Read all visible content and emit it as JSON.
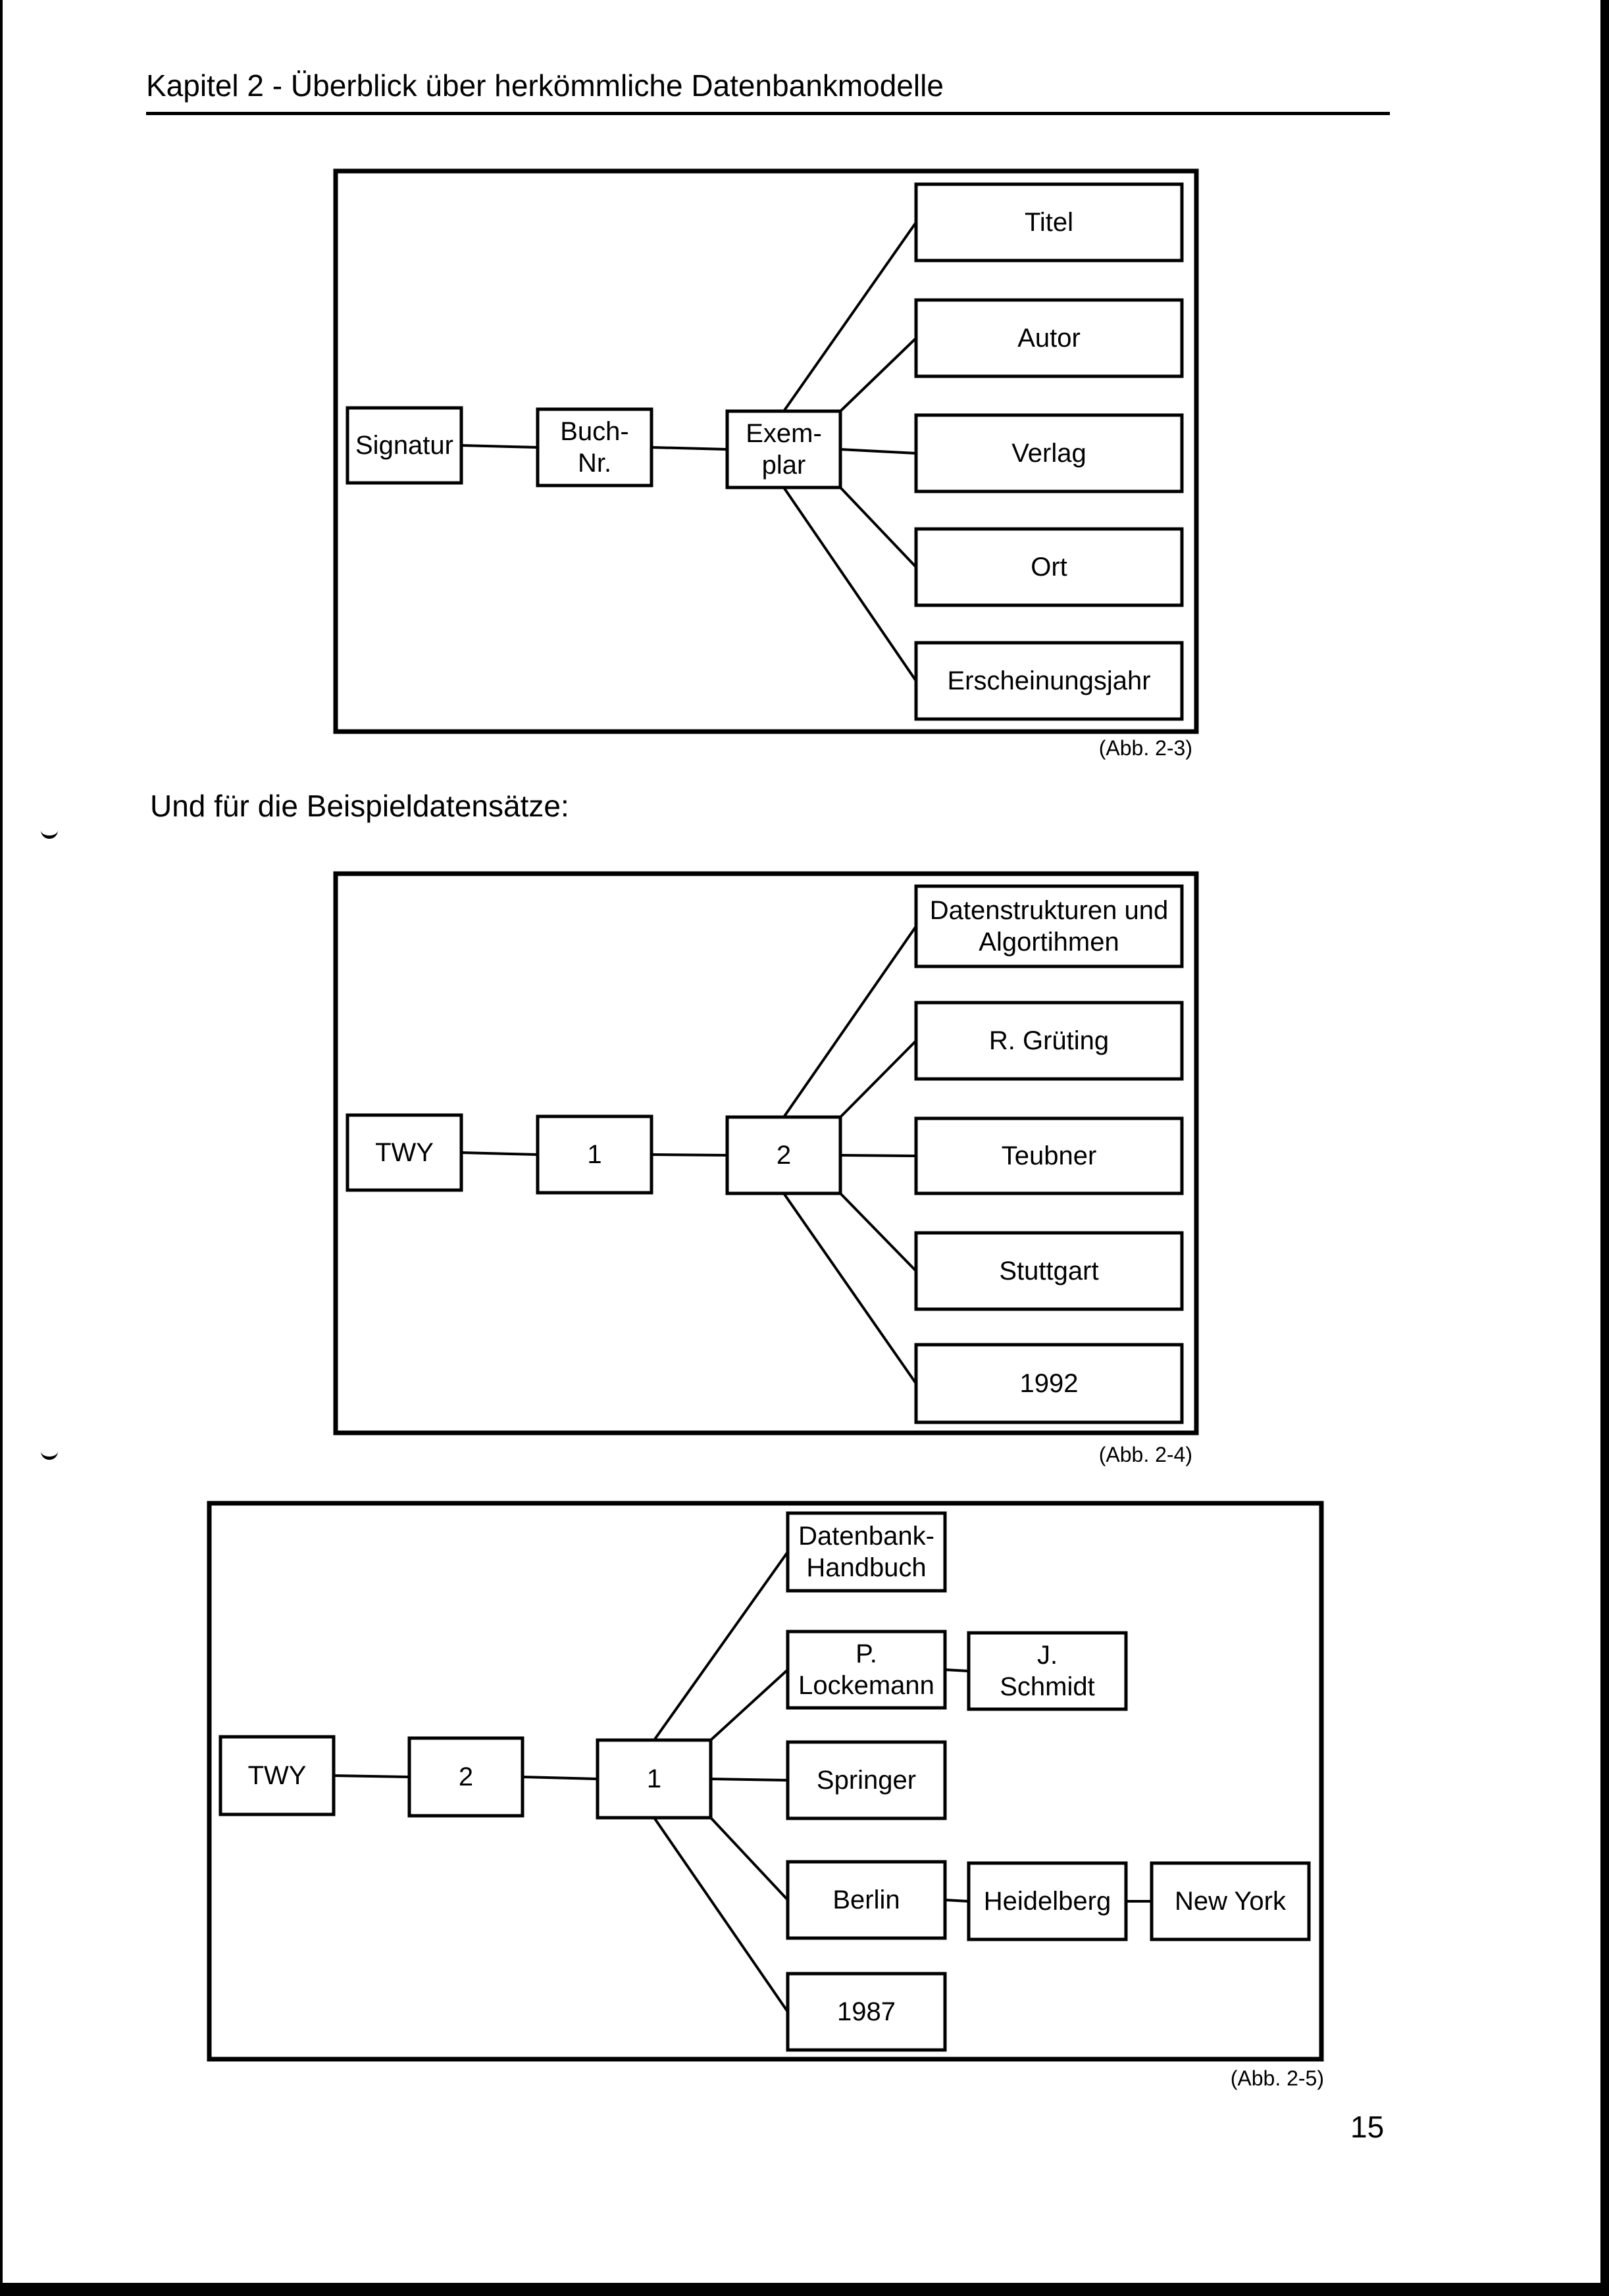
{
  "page": {
    "running_head": "Kapitel 2 - Überblick über herkömmliche Datenbankmodelle",
    "intro_text": "Und für die Beispieldatensätze:",
    "page_number": "15"
  },
  "figures": [
    {
      "id": "fig-2-3",
      "caption": "(Abb. 2-3)",
      "chain": [
        "Signatur",
        "Buch-\nNr.",
        "Exem-\nplar"
      ],
      "children": [
        {
          "label": "Titel"
        },
        {
          "label": "Autor"
        },
        {
          "label": "Verlag"
        },
        {
          "label": "Ort"
        },
        {
          "label": "Erscheinungsjahr"
        }
      ]
    },
    {
      "id": "fig-2-4",
      "caption": "(Abb. 2-4)",
      "chain": [
        "TWY",
        "1",
        "2"
      ],
      "children": [
        {
          "label": "Datenstrukturen und\nAlgortihmen"
        },
        {
          "label": "R. Grüting"
        },
        {
          "label": "Teubner"
        },
        {
          "label": "Stuttgart"
        },
        {
          "label": "1992"
        }
      ]
    },
    {
      "id": "fig-2-5",
      "caption": "(Abb. 2-5)",
      "chain": [
        "TWY",
        "2",
        "1"
      ],
      "children": [
        {
          "label": "Datenbank-\nHandbuch",
          "extra": []
        },
        {
          "label": "P.\nLockemann",
          "extra": [
            "J.\nSchmidt"
          ]
        },
        {
          "label": "Springer",
          "extra": []
        },
        {
          "label": "Berlin",
          "extra": [
            "Heidelberg",
            "New York"
          ]
        },
        {
          "label": "1987",
          "extra": []
        }
      ]
    }
  ]
}
